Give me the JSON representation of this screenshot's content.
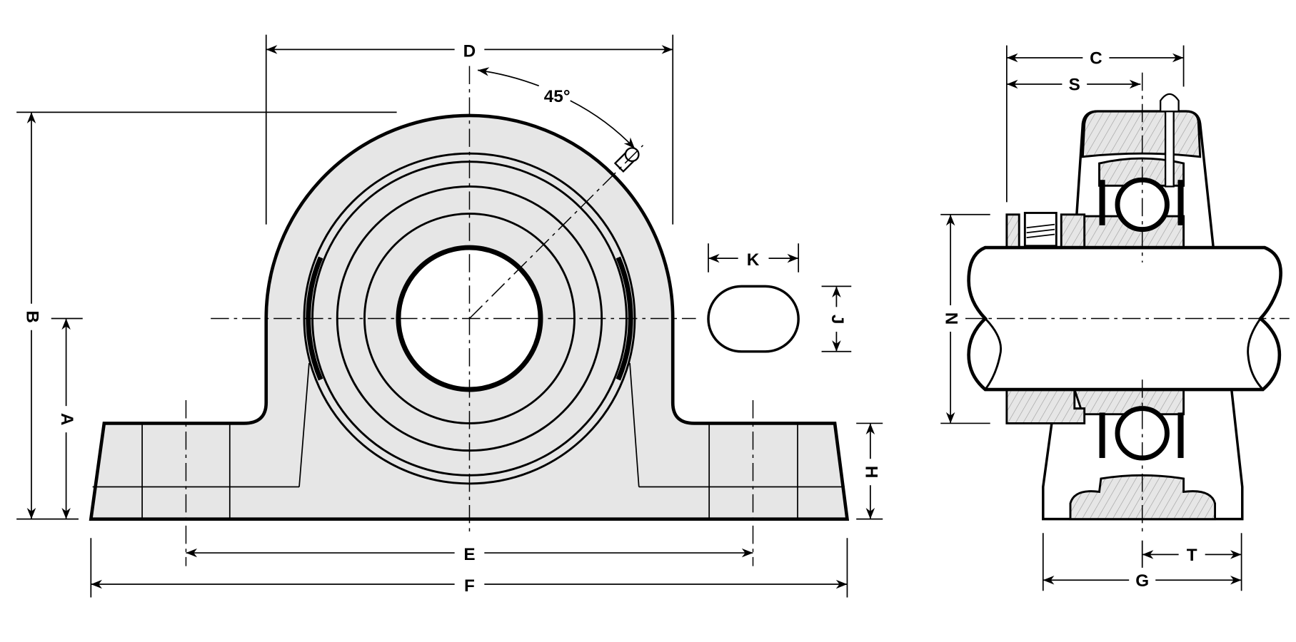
{
  "title": "Pillow block bearing dimension drawing",
  "labels": {
    "A": "A",
    "B": "B",
    "D": "D",
    "E": "E",
    "F": "F",
    "H": "H",
    "J": "J",
    "K": "K",
    "angle": "45°",
    "C": "C",
    "S": "S",
    "N": "N",
    "G": "G",
    "T": "T"
  },
  "colors": {
    "housing": "#e6e6e6",
    "line": "#000000"
  }
}
